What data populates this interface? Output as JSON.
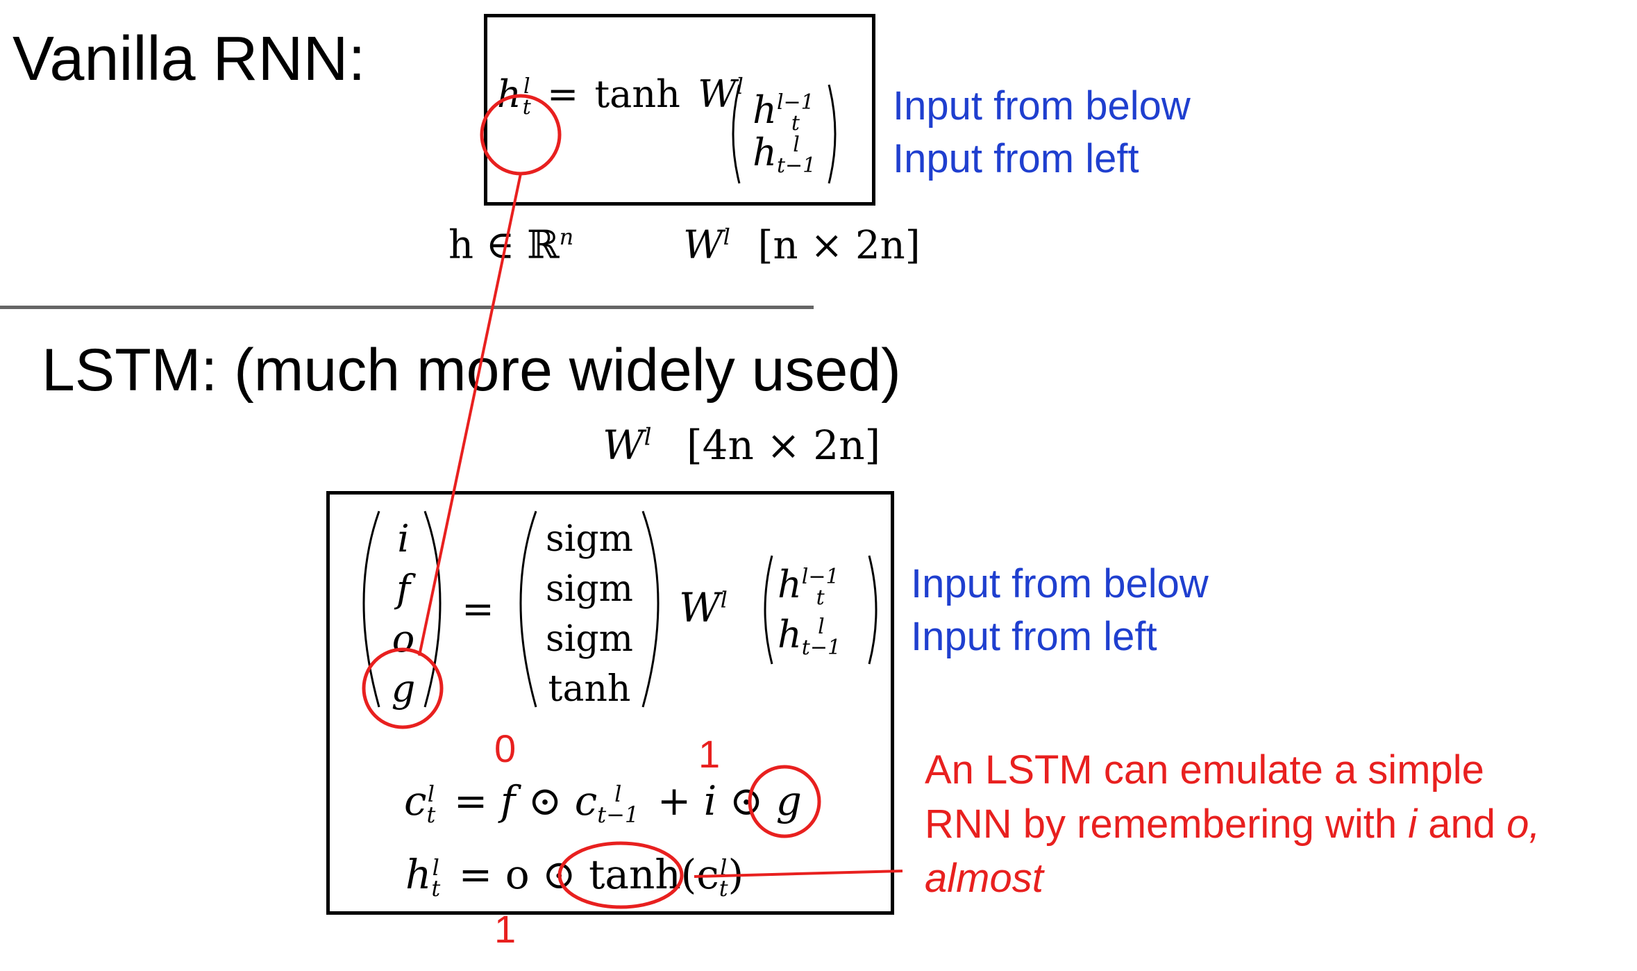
{
  "vanilla": {
    "heading": "Vanilla RNN:",
    "eq_lhs_h": "h",
    "eq_lhs_sup": "l",
    "eq_lhs_sub": "t",
    "eq_equals": "=",
    "eq_tanh": "tanh",
    "eq_W": "W",
    "eq_W_sup": "l",
    "vec_top_h": "h",
    "vec_top_sup": "l−1",
    "vec_top_sub": "t",
    "vec_bot_h": "h",
    "vec_bot_sup": "l",
    "vec_bot_sub": "t−1",
    "dim_h": "h ∈ ℝ",
    "dim_h_sup": "n",
    "dim_W": "W",
    "dim_W_sup": "l",
    "dim_W_size": "[n × 2n]",
    "label_below": "Input from below",
    "label_left": "Input from left"
  },
  "lstm": {
    "heading": "LSTM: (much more widely used)",
    "dim_W": "W",
    "dim_W_sup": "l",
    "dim_W_size": "[4n × 2n]",
    "gates": [
      "i",
      "f",
      "o",
      "g"
    ],
    "acts": [
      "sigm",
      "sigm",
      "sigm",
      "tanh"
    ],
    "eq_equals": "=",
    "eq_W": "W",
    "eq_W_sup": "l",
    "vec_top_h": "h",
    "vec_top_sup": "l−1",
    "vec_top_sub": "t",
    "vec_bot_h": "h",
    "vec_bot_sup": "l",
    "vec_bot_sub": "t−1",
    "cell_eq": "c",
    "cell_eq_rest_1": "= f ⊙ c",
    "cell_eq_rest_2": "+ i ⊙ g",
    "hid_eq": "h",
    "hid_eq_rest": "= o ⊙ tanh(c",
    "hid_eq_close": ")",
    "sup_l": "l",
    "sub_t": "t",
    "sub_t1": "t−1",
    "label_below": "Input from below",
    "label_left": "Input from left",
    "num_f": "0",
    "num_i": "1",
    "num_o": "1",
    "note_line1": "An LSTM can emulate a simple",
    "note_line2_a": "RNN by remembering with ",
    "note_line2_i": "i",
    "note_line2_b": " and ",
    "note_line2_o": "o,",
    "note_line3": "almost"
  },
  "colors": {
    "annotation_red": "#e8201f",
    "label_blue": "#1f3fcf",
    "divider_gray": "#666666"
  }
}
